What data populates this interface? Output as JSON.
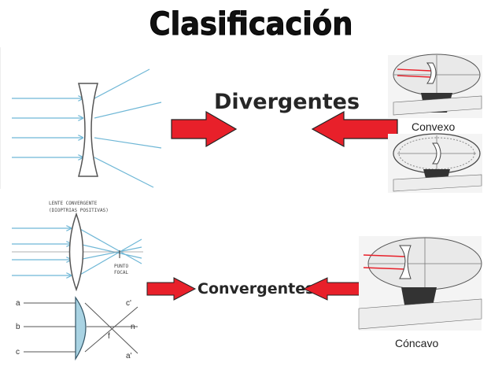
{
  "title": "Clasificación",
  "divergentes_label": "Divergentes",
  "convergentes_label": "Convergentes",
  "convexo_caption": "Convexo",
  "concavo_caption": "Cóncavo",
  "converging_lens_caption_line1": "LENTE CONVERGENTE",
  "converging_lens_caption_line2": "(DIOPTRIAS POSITIVAS)",
  "focal_point_line1": "PUNTO",
  "focal_point_line2": "FOCAL",
  "diagram_letters": {
    "a": "a",
    "b": "b",
    "c": "c",
    "c_prime": "c'",
    "n": "n",
    "f": "f",
    "a_prime": "a'"
  },
  "colors": {
    "arrow_red": "#e8202a",
    "ray_blue": "#6fb7d6",
    "lens_fill": "#a9d3e3"
  }
}
